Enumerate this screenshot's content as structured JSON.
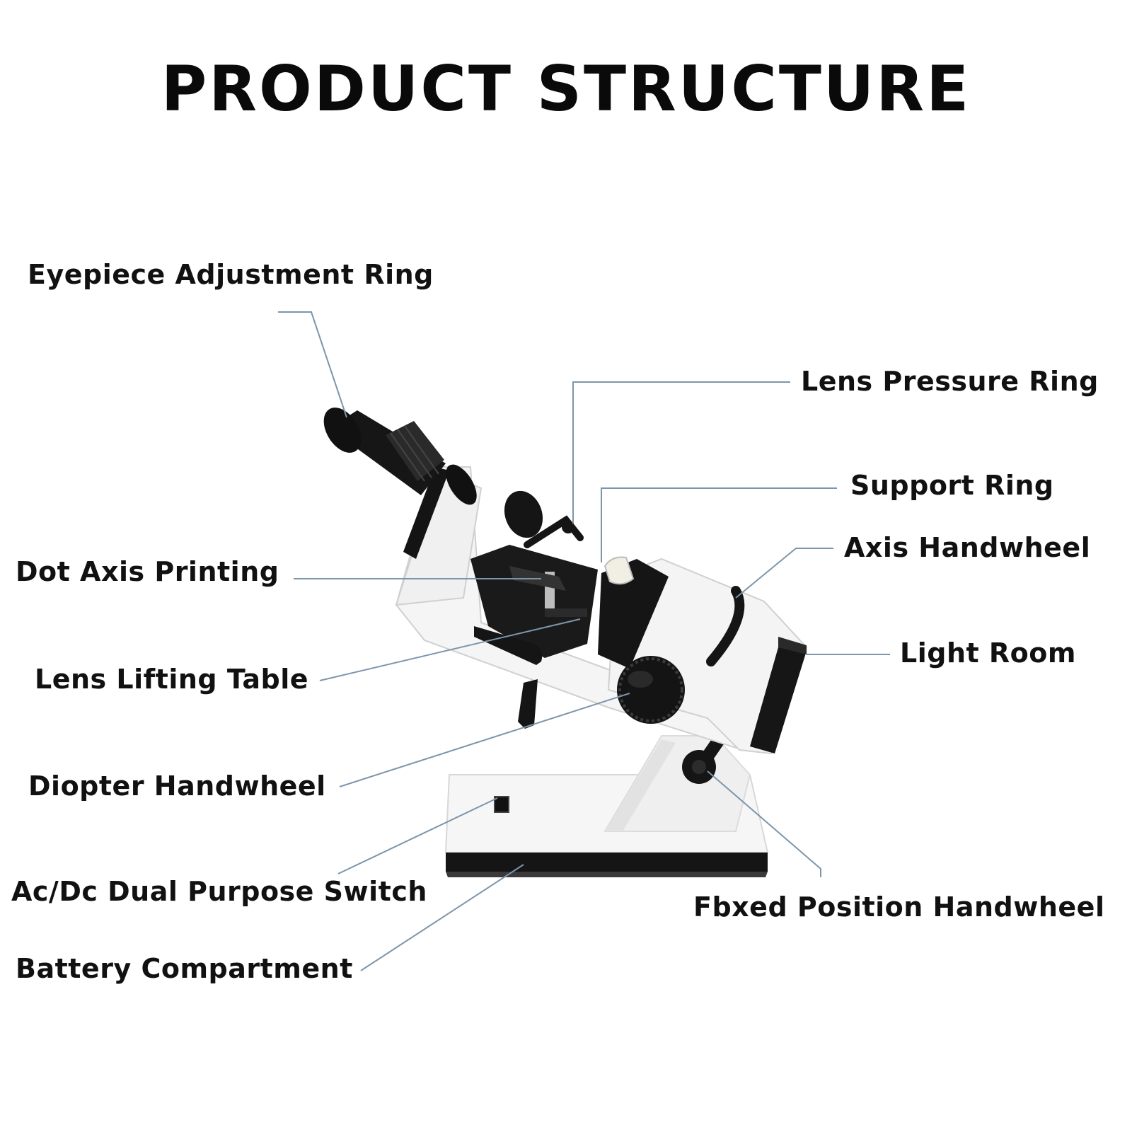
{
  "title": "PRODUCT STRUCTURE",
  "labels": {
    "eyepiece_ring": "Eyepiece Adjustment Ring",
    "lens_pressure_ring": "Lens Pressure Ring",
    "support_ring": "Support Ring",
    "axis_handwheel": "Axis Handwheel",
    "dot_axis_printing": "Dot Axis Printing",
    "light_room": "Light Room",
    "lens_lifting_table": "Lens Lifting Table",
    "diopter_handwheel": "Diopter Handwheel",
    "ac_dc_switch": "Ac/Dc Dual Purpose Switch",
    "fixed_position_handwheel": "Fbxed Position Handwheel",
    "battery_compartment": "Battery Compartment"
  },
  "colors": {
    "leader_line": "#7d95ab",
    "body_white": "#f4f4f4",
    "body_black": "#141414"
  }
}
